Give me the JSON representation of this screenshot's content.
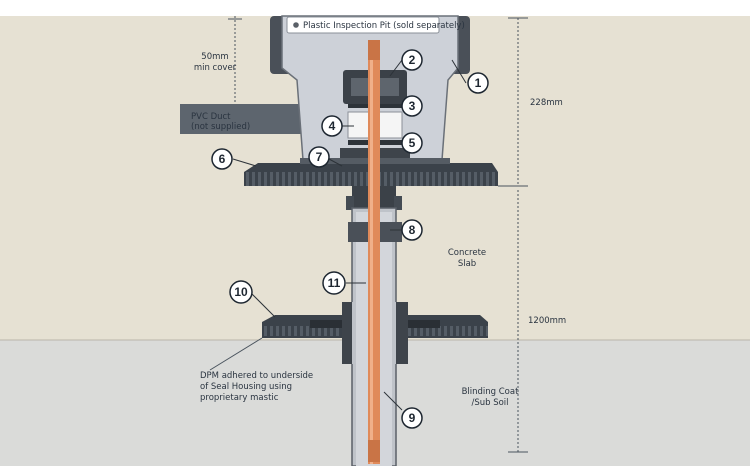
{
  "pit_label": "Plastic Inspection Pit (sold separately)",
  "cover_label_1": "50mm",
  "cover_label_2": "min cover",
  "duct_label_1": "PVC Duct",
  "duct_label_2": "(not supplied)",
  "dim_top": "228mm",
  "dim_bottom": "1200mm",
  "slab_label_1": "Concrete",
  "slab_label_2": "Slab",
  "dpm_label_1": "DPM adhered to underside",
  "dpm_label_2": "of Seal Housing using",
  "dpm_label_3": "proprietary mastic",
  "soil_label_1": "Blinding Coat",
  "soil_label_2": "/Sub Soil",
  "callouts": [
    "1",
    "2",
    "3",
    "4",
    "5",
    "6",
    "7",
    "8",
    "9",
    "10",
    "11"
  ],
  "colors": {
    "slab": "#e6e1d3",
    "soil": "#dadbd9",
    "pit": "#cdd1d8",
    "pit_dark": "#3a4048",
    "copper": "#e08a5a",
    "dim_line": "#4a545e"
  }
}
